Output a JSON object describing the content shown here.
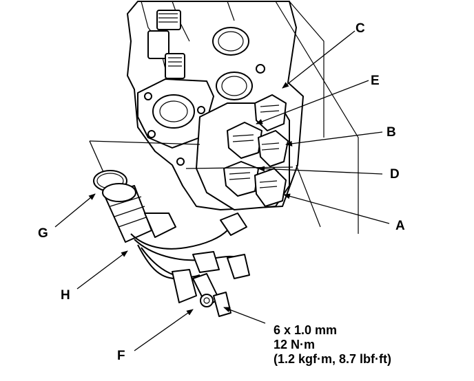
{
  "callouts": {
    "a": "A",
    "b": "B",
    "c": "C",
    "d": "D",
    "e": "E",
    "f": "F",
    "g": "G",
    "h": "H"
  },
  "torque_spec": {
    "bolt_size": "6 x 1.0 mm",
    "torque_nm": "12 N·m",
    "torque_alt": "(1.2 kgf·m, 8.7 lbf·ft)"
  }
}
